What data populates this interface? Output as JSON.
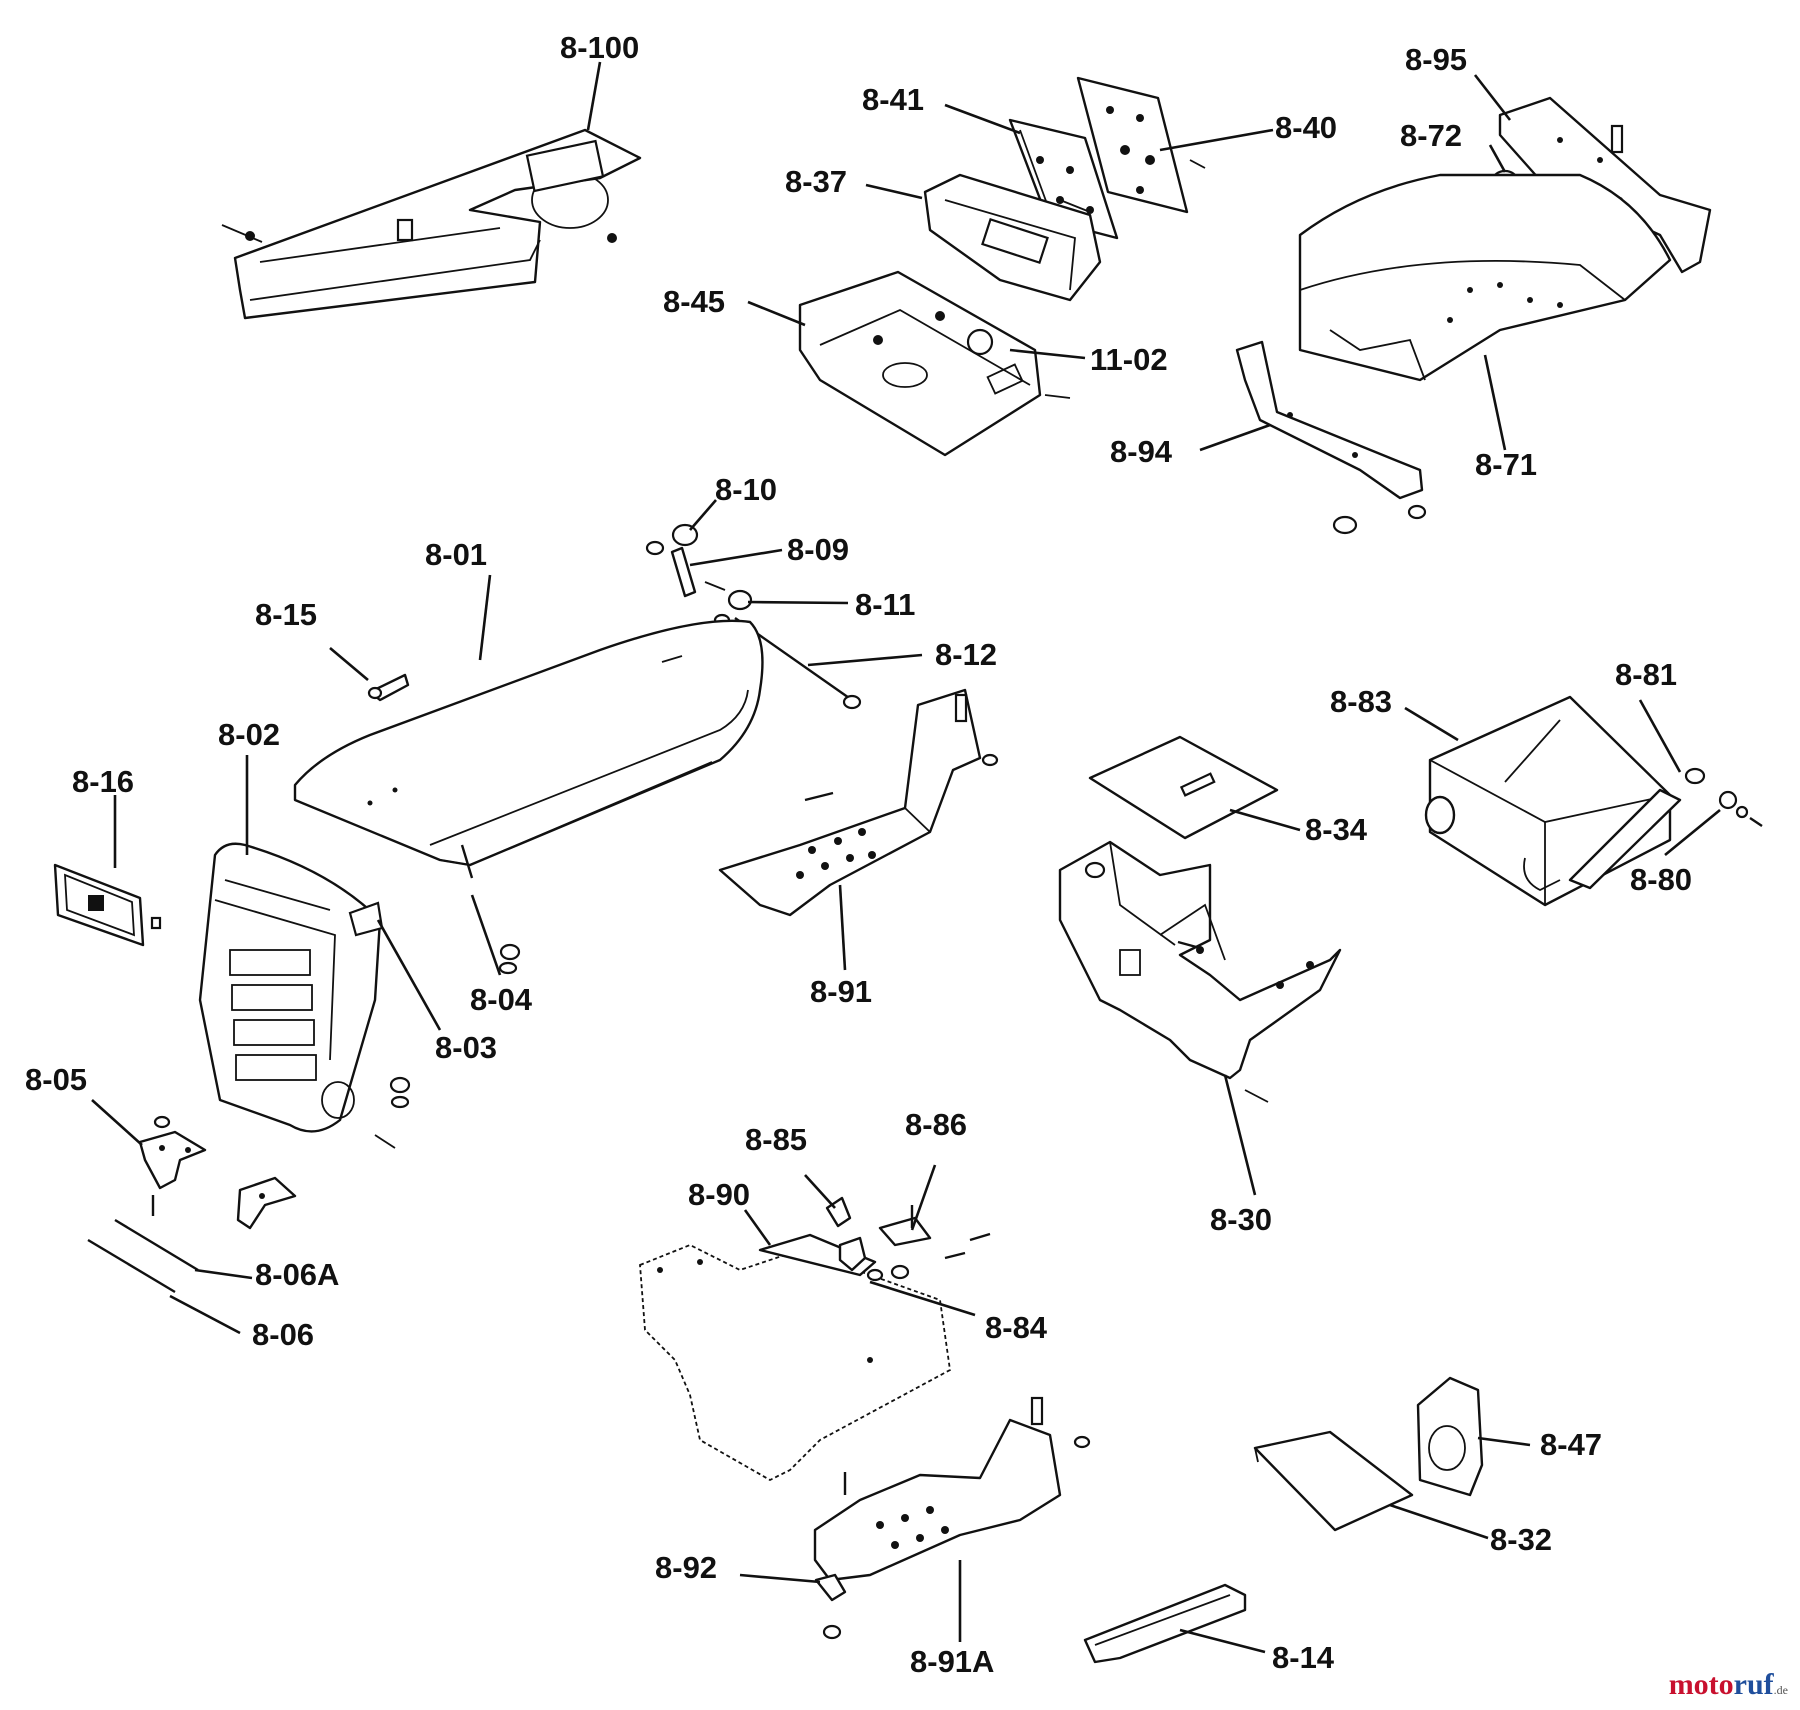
{
  "diagram": {
    "callouts": [
      "8-100",
      "8-41",
      "8-40",
      "8-37",
      "8-45",
      "11-02",
      "8-95",
      "8-72",
      "8-94",
      "8-71",
      "8-10",
      "8-09",
      "8-11",
      "8-12",
      "8-01",
      "8-15",
      "8-02",
      "8-16",
      "8-04",
      "8-03",
      "8-91",
      "8-83",
      "8-81",
      "8-34",
      "8-80",
      "8-30",
      "8-05",
      "8-06A",
      "8-06",
      "8-85",
      "8-86",
      "8-90",
      "8-84",
      "8-47",
      "8-32",
      "8-92",
      "8-91A",
      "8-14"
    ]
  },
  "watermark": {
    "part1": "moto",
    "part2": "ruf",
    "suffix": ".de",
    "colors": {
      "part1": "#c8102e",
      "part2": "#1f4e9c"
    }
  }
}
